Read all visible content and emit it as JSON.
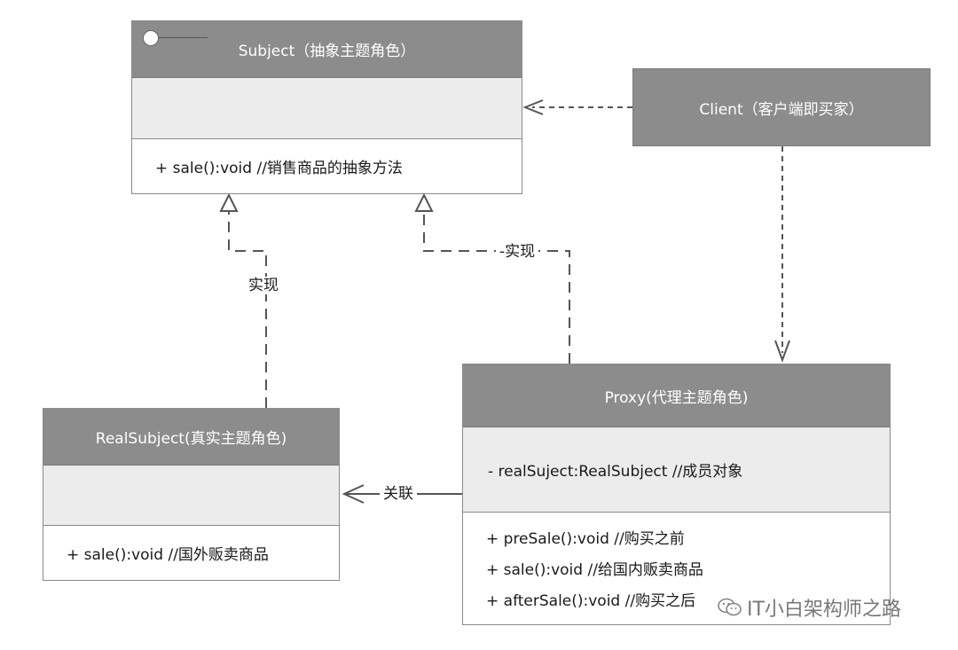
{
  "subject": {
    "title": "Subject（抽象主题角色）",
    "operations": [
      "+ sale():void //销售商品的抽象方法"
    ]
  },
  "client": {
    "title": "Client（客户端即买家）"
  },
  "real_subject": {
    "title": "RealSubject(真实主题角色)",
    "operations": [
      "+ sale():void //国外贩卖商品"
    ]
  },
  "proxy": {
    "title": "Proxy(代理主题角色)",
    "attributes": [
      "- realSuject:RealSubject //成员对象"
    ],
    "operations": [
      "+ preSale():void //购买之前",
      "+ sale():void //给国内贩卖商品",
      "+ afterSale():void //购买之后"
    ]
  },
  "relations": {
    "realize_left": "实现",
    "realize_right": "-实现",
    "association": "关联"
  },
  "watermark": {
    "text": "IT小白架构师之路",
    "icon": "wechat-icon"
  },
  "colors": {
    "header": "#8c8c8c",
    "attribute_bg": "#ececec",
    "line": "#555555"
  }
}
